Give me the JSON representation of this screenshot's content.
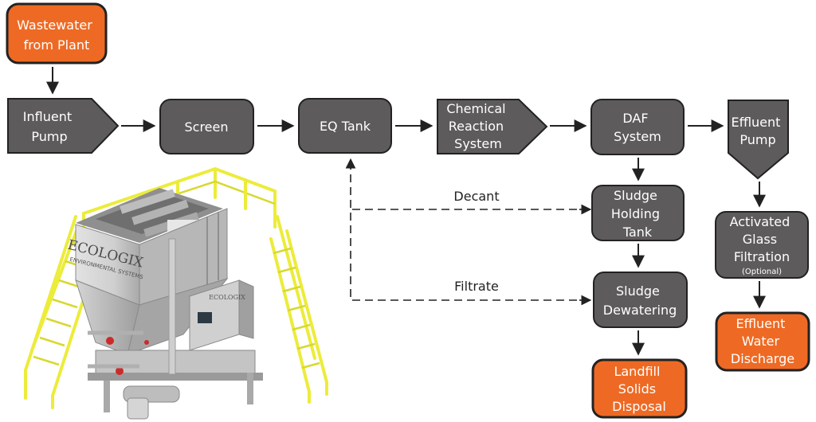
{
  "nodes": {
    "wastewater": [
      "Wastewater",
      "from Plant"
    ],
    "influent_pump": [
      "Influent",
      "Pump"
    ],
    "screen": [
      "Screen"
    ],
    "eq_tank": [
      "EQ Tank"
    ],
    "chem_reaction": [
      "Chemical",
      "Reaction",
      "System"
    ],
    "daf_system": [
      "DAF",
      "System"
    ],
    "effluent_pump": [
      "Effluent",
      "Pump"
    ],
    "sludge_holding": [
      "Sludge",
      "Holding",
      "Tank"
    ],
    "sludge_dewatering": [
      "Sludge",
      "Dewatering"
    ],
    "activated_glass": [
      "Activated",
      "Glass",
      "Filtration"
    ],
    "activated_glass_note": "(Optional)",
    "landfill": [
      "Landfill",
      "Solids",
      "Disposal"
    ],
    "effluent_discharge": [
      "Effluent",
      "Water",
      "Discharge"
    ]
  },
  "flows": {
    "decant": "Decant",
    "filtrate": "Filtrate"
  },
  "equipment": {
    "brand": "ECOLOGIX",
    "sub_brand": "ENVIRONMENTAL SYSTEMS",
    "panel_brand": "ECOLOGIX"
  },
  "colors": {
    "process_box": "#5e5b5c",
    "terminal_box": "#ee6a24",
    "railing": "#ecec3a",
    "tank": "#c9c9c9"
  }
}
